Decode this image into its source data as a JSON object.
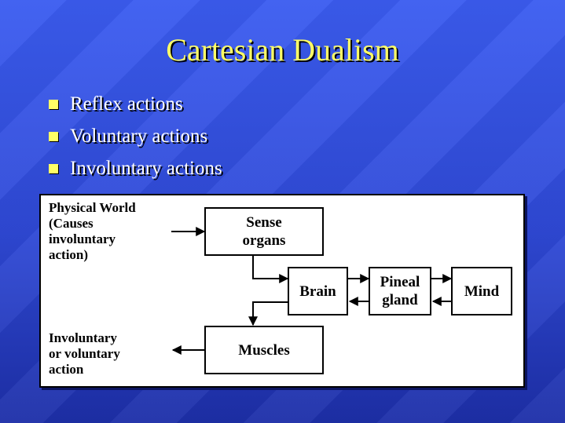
{
  "title": "Cartesian Dualism",
  "bullets": [
    {
      "text": "Reflex actions"
    },
    {
      "text": "Voluntary actions"
    },
    {
      "text": "Involuntary actions"
    }
  ],
  "diagram": {
    "physical_world_label": "Physical World\n(Causes\ninvoluntary\naction)",
    "action_label": "Involuntary\nor voluntary\naction",
    "nodes": {
      "sense_organs": "Sense\norgans",
      "brain": "Brain",
      "pineal_gland": "Pineal\ngland",
      "mind": "Mind",
      "muscles": "Muscles"
    }
  },
  "colors": {
    "title": "#ffff66",
    "bullet": "#ffff66",
    "background": "#2f49d6"
  }
}
